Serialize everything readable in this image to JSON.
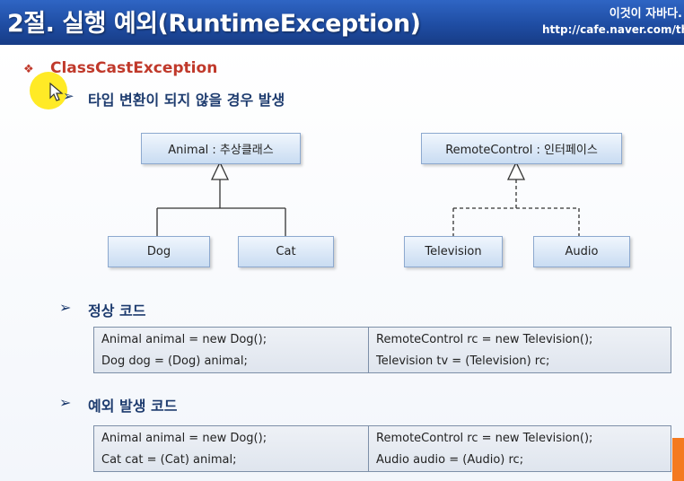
{
  "header": {
    "title": "2절. 실행 예외(RuntimeException)",
    "brand": "이것이 자바다.",
    "url": "http://cafe.naver.com/th"
  },
  "heading": {
    "title": "ClassCastException",
    "subtitle": "타입 변환이 되지 않을 경우 발생"
  },
  "diagram": {
    "left": {
      "parent": "Animal : 추상클래스",
      "children": [
        "Dog",
        "Cat"
      ]
    },
    "right": {
      "parent": "RemoteControl : 인터페이스",
      "children": [
        "Television",
        "Audio"
      ]
    }
  },
  "sections": {
    "normal": {
      "title": "정상 코드",
      "left": [
        "Animal animal  = new Dog();",
        "Dog dog = (Dog) animal;"
      ],
      "right": [
        "RemoteControl rc = new Television();",
        "Television tv = (Television) rc;"
      ]
    },
    "exception": {
      "title": "예외 발생 코드",
      "left": [
        "Animal animal  = new Dog();",
        "Cat cat = (Cat) animal;"
      ],
      "right": [
        "RemoteControl rc  = new Television();",
        "Audio audio = (Audio) rc;"
      ]
    }
  },
  "icons": {
    "bullet": "diamond-bullet-icon",
    "arrow": "arrow-bullet-icon",
    "cursor": "mouse-pointer-icon"
  },
  "colors": {
    "header": "#1f4da3",
    "heading_red": "#c0392b",
    "navy": "#1d3b6e",
    "box": "#c9dcf2",
    "highlight": "#ffe600",
    "orange": "#f47a1f"
  }
}
